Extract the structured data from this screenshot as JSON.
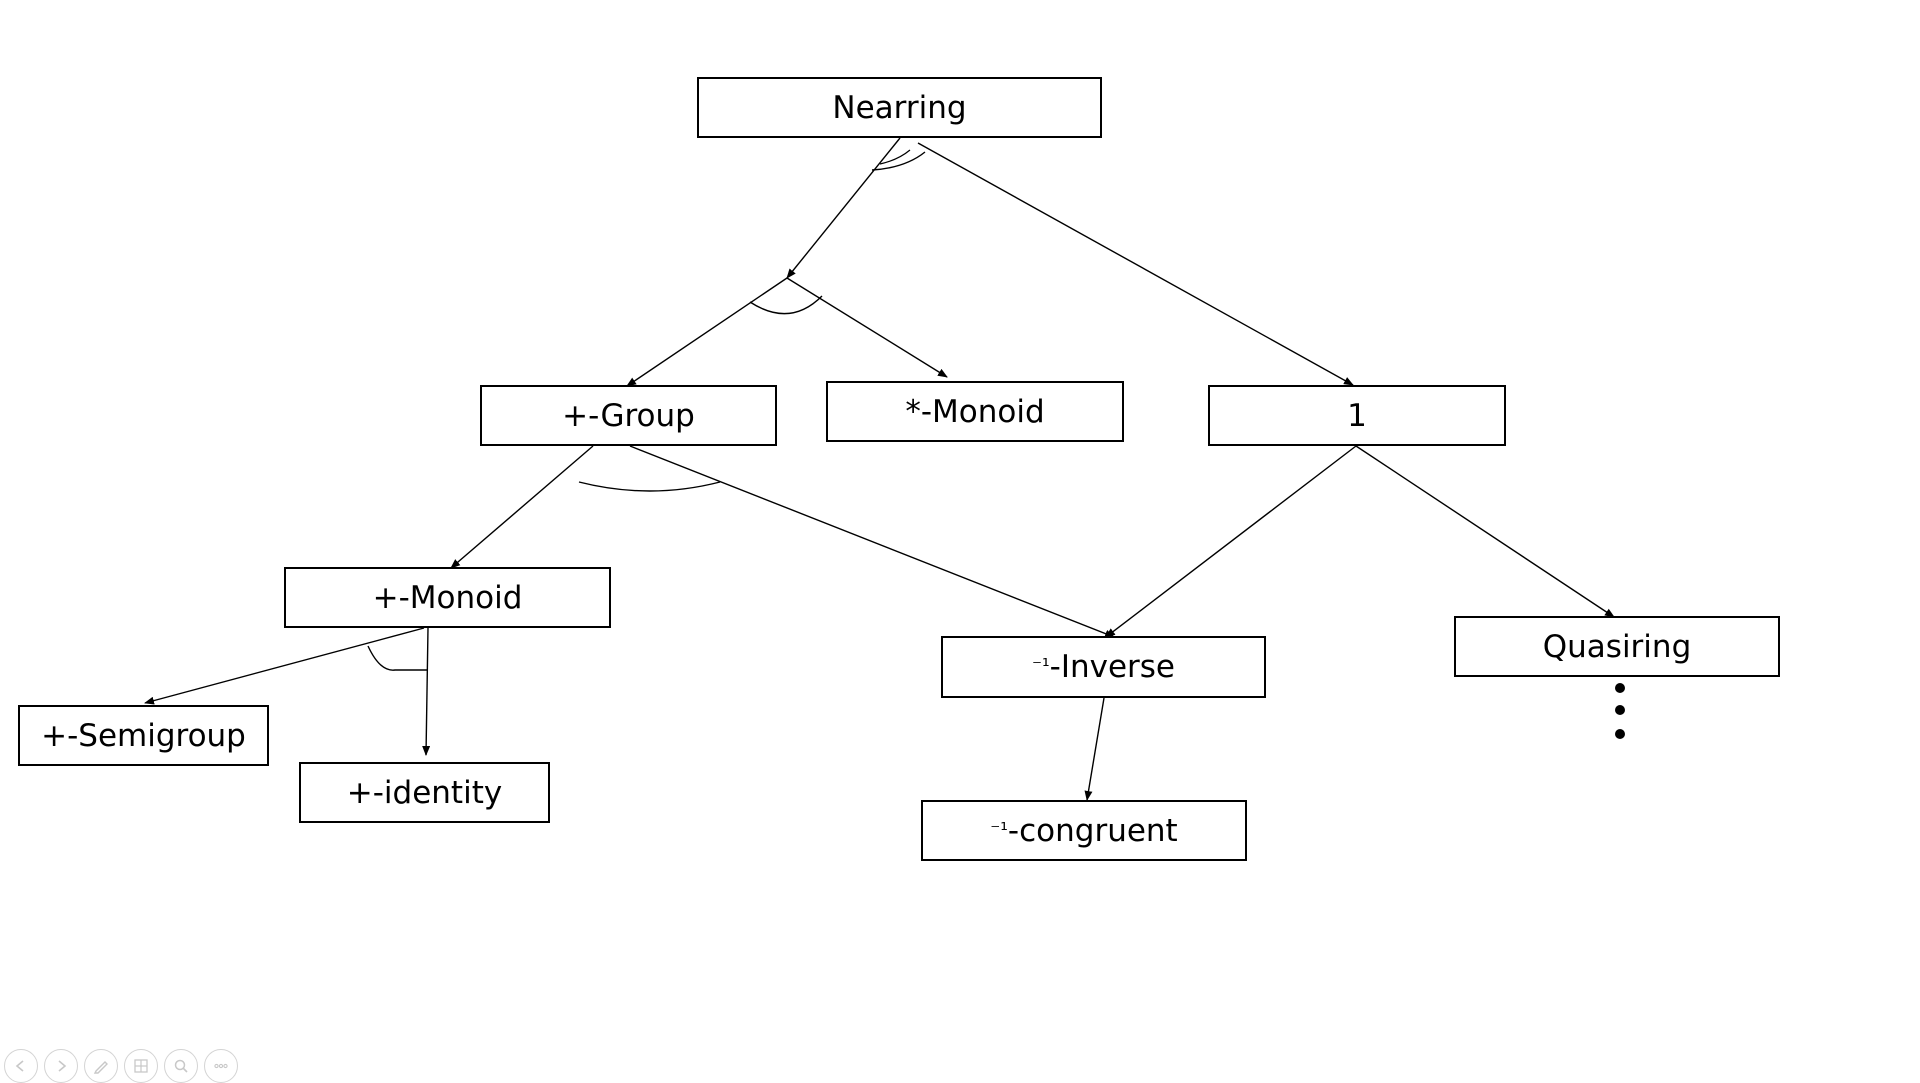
{
  "diagram": {
    "nodes": {
      "nearring": "Nearring",
      "plus_group": "+-Group",
      "star_monoid": "*-Monoid",
      "one": "1",
      "plus_monoid": "+-Monoid",
      "inverse_prefix": "⁻¹",
      "inverse": "-Inverse",
      "quasiring": "Quasiring",
      "plus_semigroup": "+-Semigroup",
      "plus_identity": "+-identity",
      "congruent_prefix": "⁻¹",
      "congruent": "-congruent"
    }
  },
  "toolbar": {
    "icons": [
      "previous-icon",
      "next-icon",
      "pen-icon",
      "slides-icon",
      "zoom-icon",
      "more-icon"
    ]
  }
}
